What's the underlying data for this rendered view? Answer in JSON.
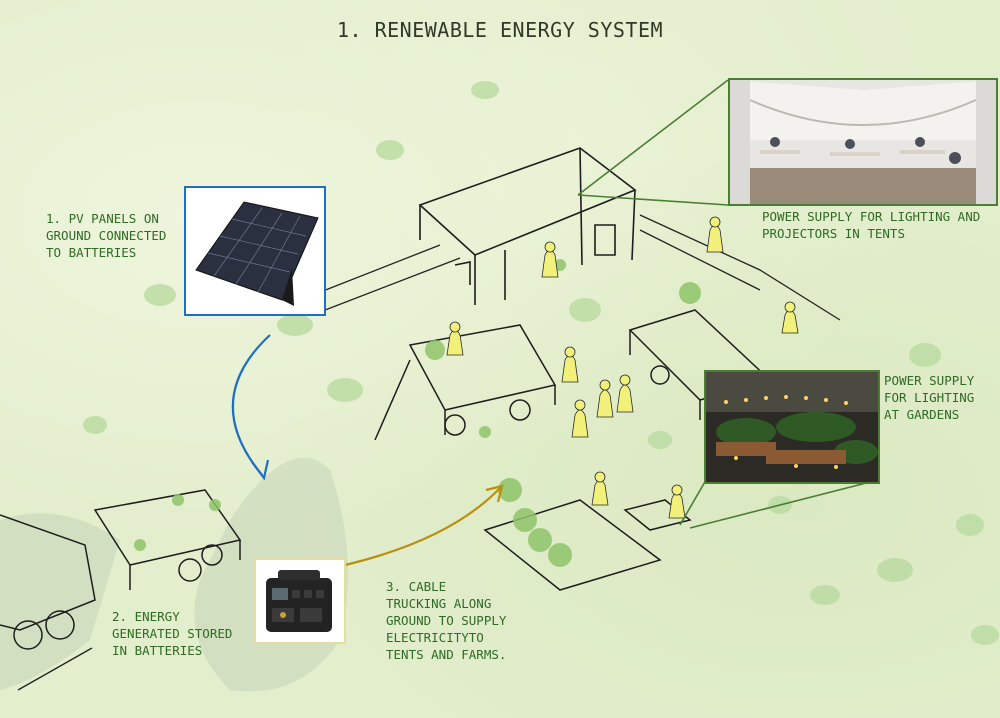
{
  "title": "1. RENEWABLE ENERGY SYSTEM",
  "notes": {
    "pv_panels": "1. PV PANELS ON GROUND CONNECTED TO BATTERIES",
    "energy_stored": "2. ENERGY GENERATED STORED IN BATTERIES",
    "cable": "3. CABLE TRUCKING ALONG GROUND TO SUPPLY ELECTRICITYTO TENTS AND FARMS.",
    "tents": "POWER SUPPLY FOR LIGHTING AND PROJECTORS IN TENTS",
    "gardens": "POWER SUPPLY FOR LIGHTING AT GARDENS"
  },
  "colors": {
    "background": "#e3eecd",
    "note_text": "#2f6b24",
    "solar_frame": "#1f6fc1",
    "tent_frame": "#4b7d33",
    "battery_frame": "#e6dca0",
    "arrow_blue": "#1f6fc1",
    "arrow_gold": "#b8900e",
    "figure_yellow": "#f0f07a",
    "plant_green": "#8fc46a"
  },
  "images": {
    "solar_panel": "solar-panel-photo",
    "tent_interior": "tent-classroom-photo",
    "garden_night": "garden-lighting-photo",
    "battery": "portable-battery-photo"
  }
}
